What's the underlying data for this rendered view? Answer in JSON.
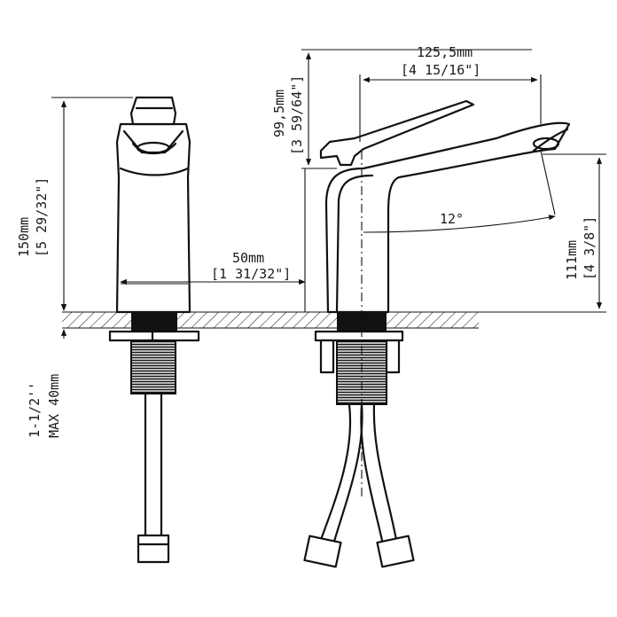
{
  "dimensions": {
    "total_height": {
      "metric": "150mm",
      "imperial": "[5 29/32\"]"
    },
    "base_width": {
      "metric": "50mm",
      "imperial": "[1 31/32\"]"
    },
    "handle_height": {
      "metric": "99,5mm",
      "imperial": "[3 59/64\"]"
    },
    "reach": {
      "metric": "125,5mm",
      "imperial": "[4 15/16\"]"
    },
    "spout_height": {
      "metric": "111mm",
      "imperial": "[4 3/8\"]"
    },
    "spout_angle": "12°",
    "max_counter": {
      "line1": "1-1/2''",
      "line2": "MAX 40mm"
    }
  },
  "colors": {
    "ink": "#111111",
    "background": "#ffffff"
  }
}
